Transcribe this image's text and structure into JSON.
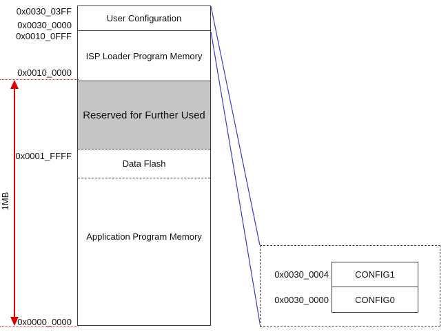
{
  "memory_map": {
    "regions": [
      {
        "label": "User Configuration"
      },
      {
        "label": "ISP Loader Program Memory"
      },
      {
        "label": "Reserved for Further Used"
      },
      {
        "label": "Data Flash"
      },
      {
        "label": "Application Program Memory"
      }
    ],
    "address_labels": [
      "0x0030_03FF",
      "0x0030_0000",
      "0x0010_0FFF",
      "0x0010_0000",
      "0x0001_FFFF",
      "0x0000_0000"
    ],
    "size_label": "1MB"
  },
  "config_detail": {
    "rows": [
      {
        "address": "0x0030_0004",
        "name": "CONFIG1"
      },
      {
        "address": "0x0030_0000",
        "name": "CONFIG0"
      }
    ]
  },
  "colors": {
    "reserved_fill": "#c5c5c5",
    "callout_blue": "#3a3ac8",
    "range_red": "#dd0000",
    "border_gray": "#3d3d3d"
  }
}
